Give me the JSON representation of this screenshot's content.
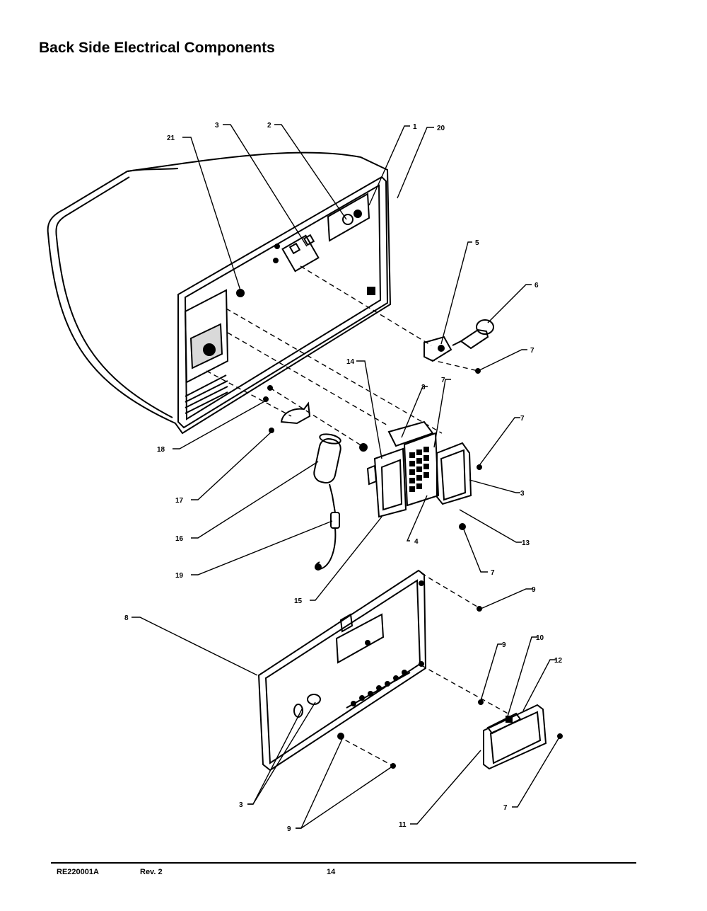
{
  "page": {
    "title": "Back Side Electrical Components"
  },
  "callouts": [
    {
      "id": "c21",
      "label": "21"
    },
    {
      "id": "c3a",
      "label": "3"
    },
    {
      "id": "c2",
      "label": "2"
    },
    {
      "id": "c1",
      "label": "1"
    },
    {
      "id": "c20",
      "label": "20"
    },
    {
      "id": "c5",
      "label": "5"
    },
    {
      "id": "c6",
      "label": "6"
    },
    {
      "id": "c7a",
      "label": "7"
    },
    {
      "id": "c14",
      "label": "14"
    },
    {
      "id": "c3b",
      "label": "3"
    },
    {
      "id": "c7b",
      "label": "7"
    },
    {
      "id": "c7c",
      "label": "7"
    },
    {
      "id": "c3c",
      "label": "3"
    },
    {
      "id": "c13",
      "label": "13"
    },
    {
      "id": "c4",
      "label": "4"
    },
    {
      "id": "c7d",
      "label": "7"
    },
    {
      "id": "c18",
      "label": "18"
    },
    {
      "id": "c17",
      "label": "17"
    },
    {
      "id": "c16",
      "label": "16"
    },
    {
      "id": "c19",
      "label": "19"
    },
    {
      "id": "c15",
      "label": "15"
    },
    {
      "id": "c9a",
      "label": "9"
    },
    {
      "id": "c8",
      "label": "8"
    },
    {
      "id": "c9b",
      "label": "9"
    },
    {
      "id": "c10",
      "label": "10"
    },
    {
      "id": "c12",
      "label": "12"
    },
    {
      "id": "c3d",
      "label": "3"
    },
    {
      "id": "c9c",
      "label": "9"
    },
    {
      "id": "c11",
      "label": "11"
    },
    {
      "id": "c7e",
      "label": "7"
    }
  ],
  "footer": {
    "doc_number": "RE220001A",
    "revision": "Rev. 2",
    "page_number": "14"
  }
}
